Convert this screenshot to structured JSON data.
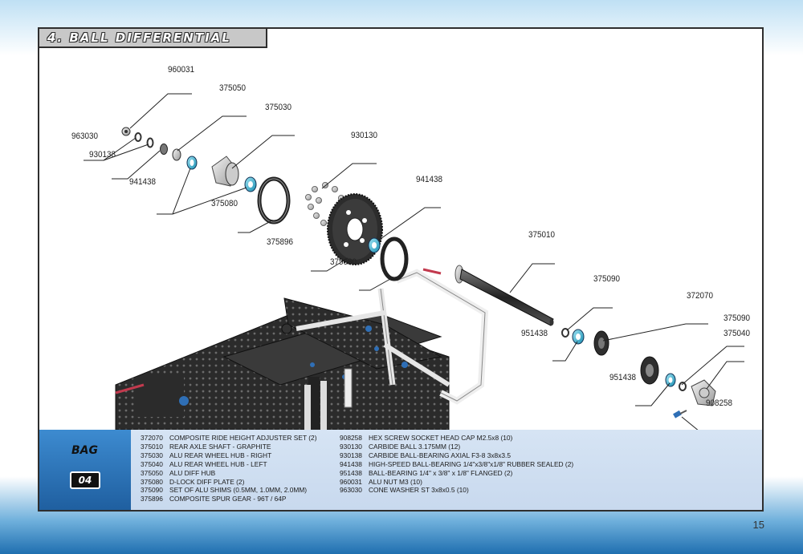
{
  "section_title": "4. BALL DIFFERENTIAL",
  "callouts": [
    {
      "id": "c1",
      "label": "960031"
    },
    {
      "id": "c2",
      "label": "375050"
    },
    {
      "id": "c3",
      "label": "375030"
    },
    {
      "id": "c4",
      "label": "963030"
    },
    {
      "id": "c5",
      "label": "930138"
    },
    {
      "id": "c6",
      "label": "930130"
    },
    {
      "id": "c7",
      "label": "941438"
    },
    {
      "id": "c8",
      "label": "941438"
    },
    {
      "id": "c9",
      "label": "375080"
    },
    {
      "id": "c10",
      "label": "375896"
    },
    {
      "id": "c11",
      "label": "375010"
    },
    {
      "id": "c12",
      "label": "375080"
    },
    {
      "id": "c13",
      "label": "375090"
    },
    {
      "id": "c14",
      "label": "372070"
    },
    {
      "id": "c15",
      "label": "951438"
    },
    {
      "id": "c16",
      "label": "375090"
    },
    {
      "id": "c17",
      "label": "375040"
    },
    {
      "id": "c18",
      "label": "951438"
    },
    {
      "id": "c19",
      "label": "908258"
    }
  ],
  "bag": {
    "label": "BAG",
    "number": "04"
  },
  "parts_left": [
    {
      "code": "372070",
      "desc": "COMPOSITE RIDE HEIGHT ADJUSTER SET (2)"
    },
    {
      "code": "375010",
      "desc": "REAR AXLE SHAFT - GRAPHITE"
    },
    {
      "code": "375030",
      "desc": "ALU REAR WHEEL HUB - RIGHT"
    },
    {
      "code": "375040",
      "desc": "ALU REAR WHEEL HUB - LEFT"
    },
    {
      "code": "375050",
      "desc": "ALU DIFF HUB"
    },
    {
      "code": "375080",
      "desc": "D-LOCK DIFF PLATE (2)"
    },
    {
      "code": "375090",
      "desc": "SET OF ALU SHIMS (0.5MM, 1.0MM, 2.0MM)"
    },
    {
      "code": "375896",
      "desc": "COMPOSITE SPUR GEAR - 96T / 64P"
    }
  ],
  "parts_right": [
    {
      "code": "908258",
      "desc": "HEX SCREW SOCKET HEAD CAP M2.5x8  (10)"
    },
    {
      "code": "930130",
      "desc": "CARBIDE BALL 3.175MM  (12)"
    },
    {
      "code": "930138",
      "desc": "CARBIDE BALL-BEARING AXIAL F3-8 3x8x3.5"
    },
    {
      "code": "941438",
      "desc": "HIGH-SPEED BALL-BEARING 1/4\"x3/8\"x1/8\"  RUBBER SEALED (2)"
    },
    {
      "code": "951438",
      "desc": "BALL-BEARING 1/4\" x 3/8\" x 1/8\" FLANGED  (2)"
    },
    {
      "code": "960031",
      "desc": "ALU NUT M3  (10)"
    },
    {
      "code": "963030",
      "desc": "CONE WASHER ST 3x8x0.5  (10)"
    }
  ],
  "page_number": "15",
  "colors": {
    "bearing": "#36b8d6",
    "chassis": "#2a2a2a",
    "accent_blue": "#2f6fb6",
    "panel": "#cddcf0"
  }
}
